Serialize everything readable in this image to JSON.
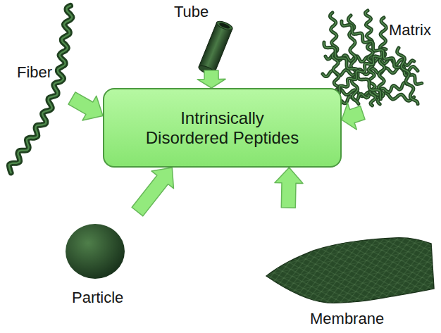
{
  "diagram": {
    "nodes": [
      {
        "text": [
          "Fiber"
        ]
      },
      {
        "text": [
          "Tube"
        ]
      },
      {
        "text": [
          "Matrix"
        ]
      },
      {
        "text": [
          "Intrinsically Disordered Peptides"
        ]
      },
      {
        "text": [
          "Particle"
        ]
      },
      {
        "text": [
          "Membrane"
        ]
      }
    ],
    "edges": [
      {
        "from": 0,
        "to": 3,
        "arrow": "to"
      },
      {
        "from": 1,
        "to": 3,
        "arrow": "to"
      },
      {
        "from": 2,
        "to": 3,
        "arrow": "to"
      },
      {
        "from": 4,
        "to": 3,
        "arrow": "to"
      },
      {
        "from": 5,
        "to": 3,
        "arrow": "to"
      }
    ]
  }
}
